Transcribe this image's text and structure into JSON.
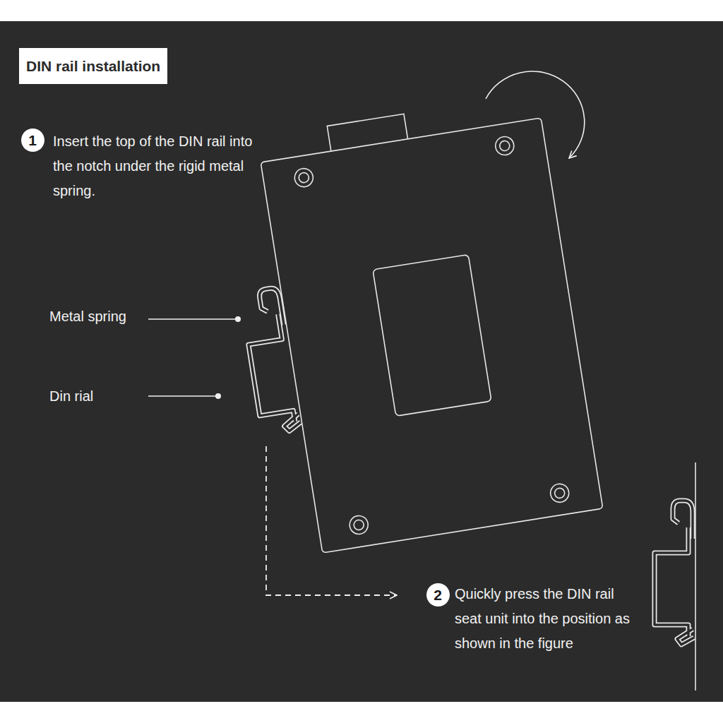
{
  "diagram": {
    "title": "DIN rail installation",
    "nodes": [
      {
        "text": [
          "1"
        ]
      },
      {
        "text": [
          "2"
        ]
      }
    ],
    "labels": [
      "Insert the top of the DIN rail into the notch under the rigid metal spring.",
      "Metal spring",
      "Din rial",
      "Quickly press the DIN rail seat unit into the position as shown in the figure"
    ]
  }
}
